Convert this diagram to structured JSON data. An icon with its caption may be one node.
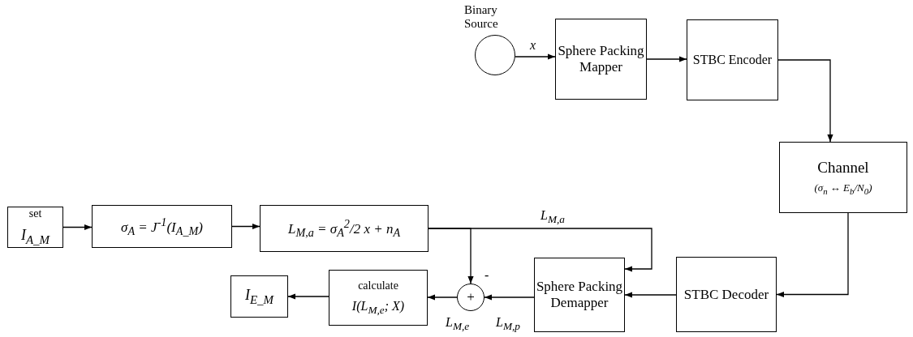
{
  "diagram": {
    "nodes": [
      {
        "text": [
          "Binary Source"
        ]
      },
      {
        "text": [
          "Sphere Packing Mapper"
        ]
      },
      {
        "text": [
          "STBC Encoder"
        ]
      },
      {
        "text": [
          "Channel",
          "(σ$_{n}$ ↔ E$_{b}$/N$_{0}$)"
        ]
      },
      {
        "text": [
          "STBC Decoder"
        ]
      },
      {
        "text": [
          "Sphere Packing Demapper"
        ]
      },
      {
        "text": [
          "+"
        ]
      },
      {
        "text": [
          "calculate",
          "I(L$_{M,e}$; X)"
        ]
      },
      {
        "text": [
          "I$_{E_M}$"
        ]
      },
      {
        "text": [
          "set",
          "I$_{A_M}$"
        ]
      },
      {
        "text": [
          "σ$_{A}$ = J$^{-1}$(I$_{A_M}$)"
        ]
      },
      {
        "text": [
          "L$_{M,a}$ = σ$_{A}$$^{2}$/2 x + n$_{A}$"
        ]
      }
    ],
    "edges": [
      {
        "from": 0,
        "to": 1,
        "arrow": "to",
        "label": "x"
      },
      {
        "from": 1,
        "to": 2,
        "arrow": "to"
      },
      {
        "from": 2,
        "to": 3,
        "arrow": "to"
      },
      {
        "from": 3,
        "to": 4,
        "arrow": "to"
      },
      {
        "from": 4,
        "to": 5,
        "arrow": "to"
      },
      {
        "from": 11,
        "to": 5,
        "arrow": "to",
        "label": "L$_{M,a}$"
      },
      {
        "from": 11,
        "to": 6,
        "arrow": "to"
      },
      {
        "from": 5,
        "to": 6,
        "arrow": "to",
        "label": "L$_{M,p}$"
      },
      {
        "from": 6,
        "to": 7,
        "arrow": "to",
        "label": "L$_{M,e}$"
      },
      {
        "from": 7,
        "to": 8,
        "arrow": "to"
      },
      {
        "from": 9,
        "to": 10,
        "arrow": "to"
      },
      {
        "from": 10,
        "to": 11,
        "arrow": "to"
      }
    ],
    "labels": [
      "-"
    ]
  }
}
